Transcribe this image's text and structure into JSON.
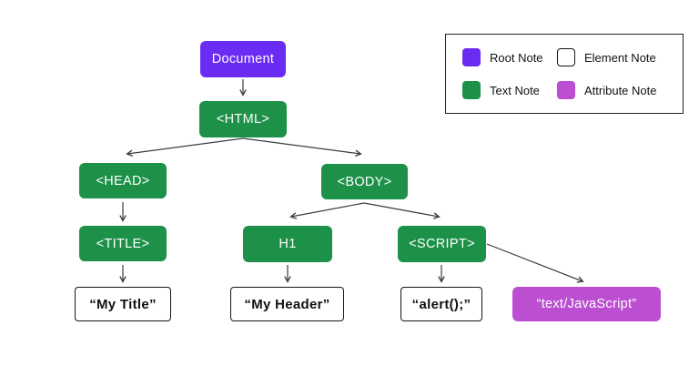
{
  "tree": {
    "nodes": [
      {
        "id": "document",
        "label": "Document",
        "type": "root"
      },
      {
        "id": "html",
        "label": "<HTML>",
        "type": "text"
      },
      {
        "id": "head",
        "label": "<HEAD>",
        "type": "text"
      },
      {
        "id": "body",
        "label": "<BODY>",
        "type": "text"
      },
      {
        "id": "title",
        "label": "<TITLE>",
        "type": "text"
      },
      {
        "id": "h1",
        "label": "H1",
        "type": "text"
      },
      {
        "id": "script",
        "label": "<SCRIPT>",
        "type": "text"
      },
      {
        "id": "my-title",
        "label": "“My Title”",
        "type": "element"
      },
      {
        "id": "my-header",
        "label": "“My Header”",
        "type": "element"
      },
      {
        "id": "alert",
        "label": "“alert();”",
        "type": "element"
      },
      {
        "id": "text-javascript",
        "label": "“text/JavaScript”",
        "type": "attribute"
      }
    ],
    "edges": [
      {
        "from": "document",
        "to": "html"
      },
      {
        "from": "html",
        "to": "head"
      },
      {
        "from": "html",
        "to": "body"
      },
      {
        "from": "head",
        "to": "title"
      },
      {
        "from": "title",
        "to": "my-title"
      },
      {
        "from": "body",
        "to": "h1"
      },
      {
        "from": "body",
        "to": "script"
      },
      {
        "from": "h1",
        "to": "my-header"
      },
      {
        "from": "script",
        "to": "alert"
      },
      {
        "from": "script",
        "to": "text-javascript"
      }
    ]
  },
  "legend": {
    "items": [
      {
        "label": "Root Note",
        "swatch": "root",
        "color": "#6A2BF2"
      },
      {
        "label": "Element Note",
        "swatch": "element",
        "color": "#FFFFFF"
      },
      {
        "label": "Text Note",
        "swatch": "text",
        "color": "#1E9149"
      },
      {
        "label": "Attribute Note",
        "swatch": "attribute",
        "color": "#BC4FD1"
      }
    ]
  },
  "colors": {
    "root": "#6A2BF2",
    "text_node": "#1E9149",
    "attribute": "#BC4FD1",
    "element_bg": "#FFFFFF",
    "element_border": "#161616",
    "arrow": "#3D3D3D",
    "background": "#FFFFFF"
  }
}
